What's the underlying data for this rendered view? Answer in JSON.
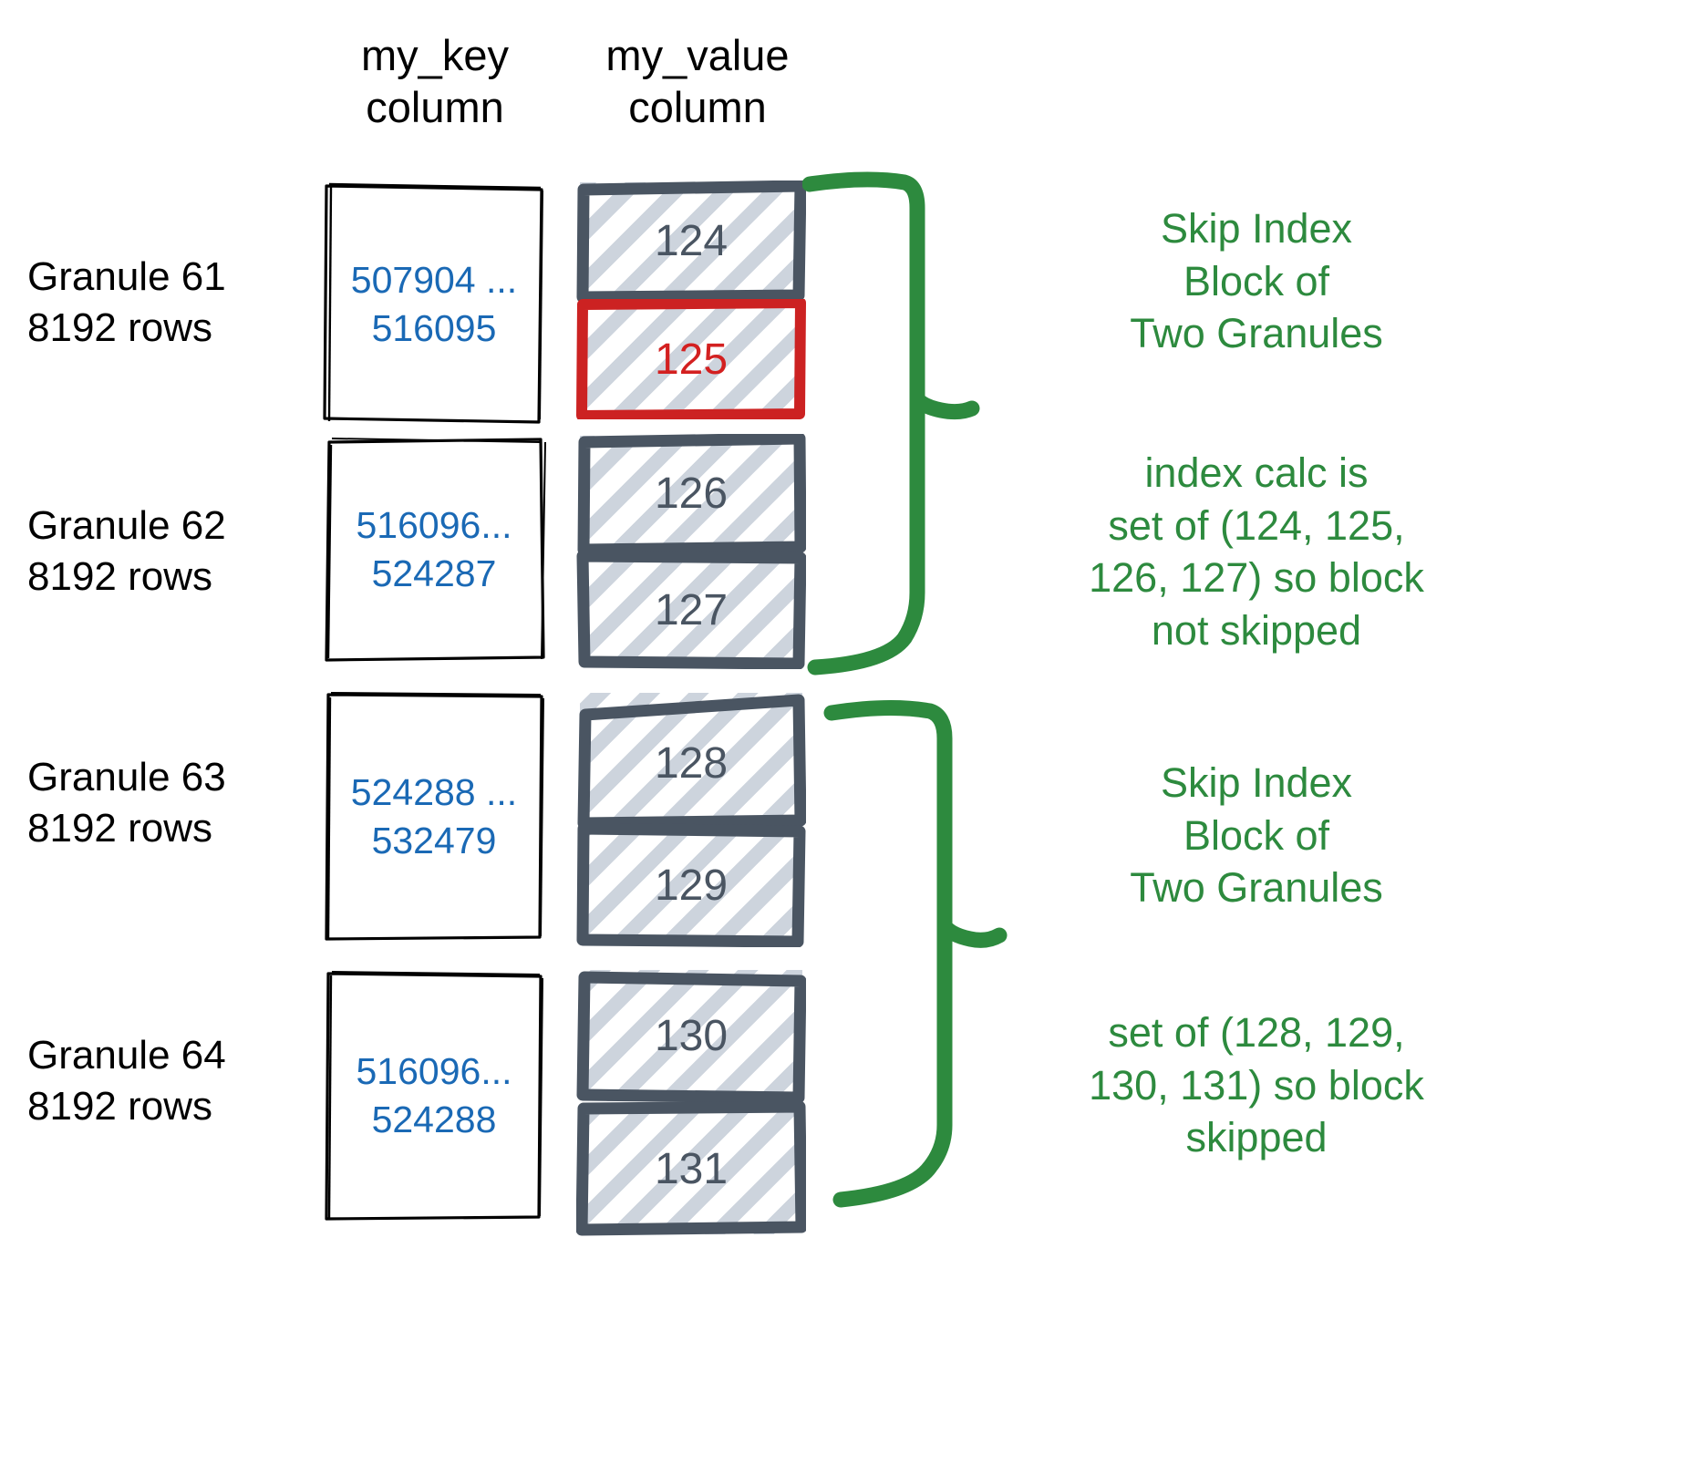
{
  "theme": {
    "key_text_color": "#1a69b5",
    "value_text_color": "#4a5562",
    "flag_color": "#d32020",
    "note_color": "#2d8a3e",
    "hatch_color": "#cdd4dd",
    "box_border_color": "#4a5562"
  },
  "headers": {
    "key_column": "my_key\ncolumn",
    "value_column": "my_value\ncolumn"
  },
  "granules": [
    {
      "label": "Granule 61\n8192 rows",
      "key_range": "507904 ...\n516095",
      "values": [
        "124",
        "125"
      ]
    },
    {
      "label": "Granule 62\n8192 rows",
      "key_range": "516096...\n524287",
      "values": [
        "126",
        "127"
      ]
    },
    {
      "label": "Granule 63\n8192 rows",
      "key_range": "524288 ...\n532479",
      "values": [
        "128",
        "129"
      ]
    },
    {
      "label": "Granule 64\n8192 rows",
      "key_range": "516096...\n524288",
      "values": [
        "130",
        "131"
      ]
    }
  ],
  "flagged_value": "125",
  "notes": [
    {
      "text": "Skip Index\nBlock of\nTwo Granules"
    },
    {
      "text": "index calc is\nset of (124, 125,\n126, 127) so block\nnot skipped"
    },
    {
      "text": "Skip Index\nBlock of\nTwo Granules"
    },
    {
      "text": "set of (128, 129,\n130, 131) so block\nskipped"
    }
  ],
  "brackets": [
    {
      "name": "skip-index-block-1",
      "covers": "Granule 61 and Granule 62"
    },
    {
      "name": "skip-index-block-2",
      "covers": "Granule 63 and Granule 64"
    }
  ]
}
